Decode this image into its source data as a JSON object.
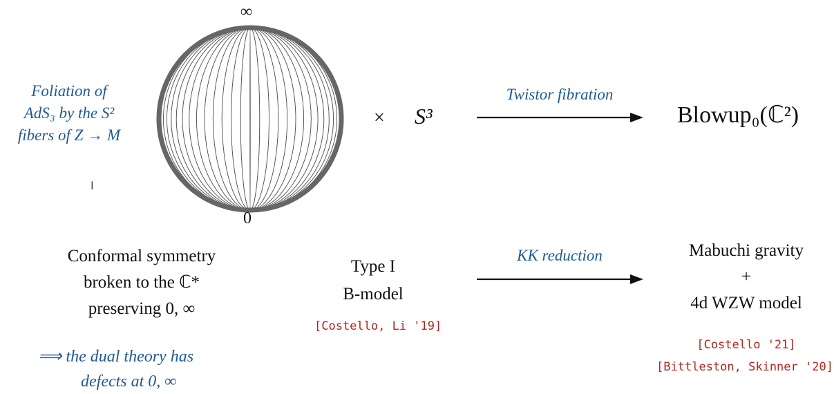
{
  "sphere": {
    "top_label": "∞",
    "bottom_label": "0"
  },
  "left_note": {
    "line1": "Foliation of",
    "line2": "AdS₃ by the S²",
    "line3": "fibers of Z → M"
  },
  "top_row": {
    "times": "×",
    "s3": "S³",
    "arrow_label": "Twistor fibration",
    "target": "Blowup₀(ℂ²)"
  },
  "bottom_left": {
    "line1": "Conformal symmetry",
    "line2": "broken to the ℂ*",
    "line3": "preserving 0, ∞",
    "implication1": "⟹ the dual theory has",
    "implication2": "defects at 0, ∞"
  },
  "bottom_mid": {
    "line1": "Type I",
    "line2": "B-model",
    "citation": "[Costello, Li '19]"
  },
  "bottom_row": {
    "arrow_label": "KK reduction"
  },
  "bottom_right": {
    "line1": "Mabuchi gravity",
    "plus": "+",
    "line2": "4d WZW model",
    "citation1": "[Costello '21]",
    "citation2": "[Bittleston, Skinner '20]"
  },
  "colors": {
    "annotation_blue": "#1f5a93",
    "citation_red": "#b3261e"
  }
}
